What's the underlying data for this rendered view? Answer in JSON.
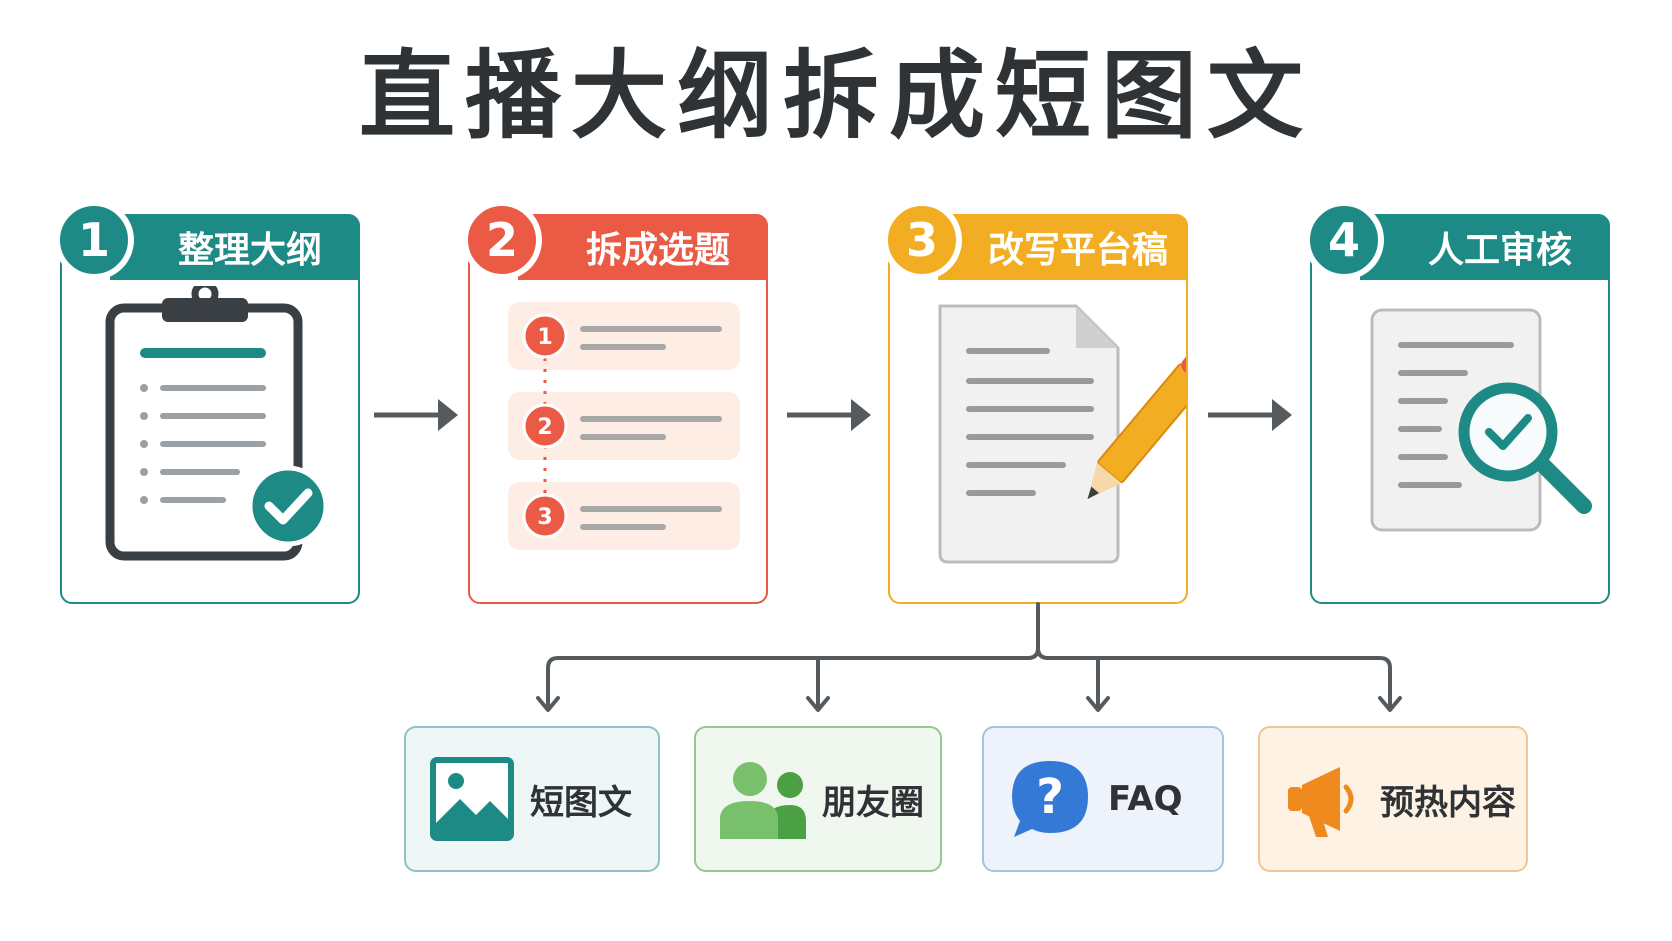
{
  "title": "直播大纲拆成短图文",
  "colors": {
    "teal": "#1d8a86",
    "red": "#ea5a45",
    "yellow": "#f3ad22",
    "text": "#2f3336"
  },
  "steps": [
    {
      "number": "1",
      "label": "整理大纲",
      "icon": "clipboard-check-icon"
    },
    {
      "number": "2",
      "label": "拆成选题",
      "icon": "numbered-list-icon",
      "list_numbers": [
        "1",
        "2",
        "3"
      ]
    },
    {
      "number": "3",
      "label": "改写平台稿",
      "icon": "document-pencil-icon"
    },
    {
      "number": "4",
      "label": "人工审核",
      "icon": "document-magnifier-check-icon"
    }
  ],
  "outputs": [
    {
      "label": "短图文",
      "icon": "image-icon"
    },
    {
      "label": "朋友圈",
      "icon": "people-icon"
    },
    {
      "label": "FAQ",
      "icon": "question-bubble-icon",
      "icon_text": "?"
    },
    {
      "label": "预热内容",
      "icon": "megaphone-icon"
    }
  ]
}
